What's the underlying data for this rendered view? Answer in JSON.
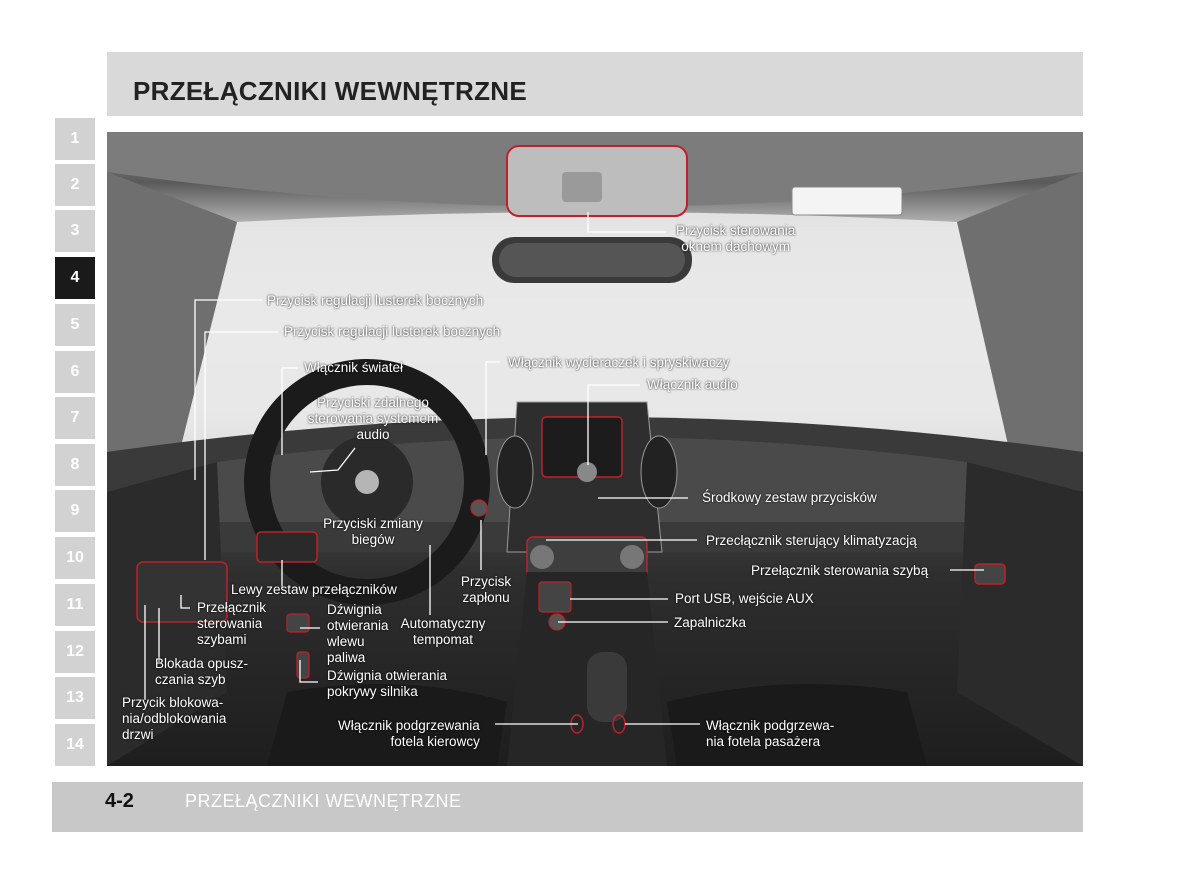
{
  "header": {
    "title": "PRZEŁĄCZNIKI WEWNĘTRZNE"
  },
  "chapters": [
    "1",
    "2",
    "3",
    "4",
    "5",
    "6",
    "7",
    "8",
    "9",
    "10",
    "11",
    "12",
    "13",
    "14"
  ],
  "active_chapter": "4",
  "footer": {
    "page_number": "4-2",
    "title": "PRZEŁĄCZNIKI WEWNĘTRZNE"
  },
  "callouts": {
    "sunroof": "Przycisk sterowania\noknem dachowym",
    "mirror1": "Przycisk regulacji lusterek bocznych",
    "mirror2": "Przycisk regulacji lusterek bocznych",
    "lights": "Włącznik świateł",
    "wipers": "Włącznik wycieraczek i spryskiwaczy",
    "audio_switch": "Włącznik audio",
    "steering_audio": "Przyciski zdalnego\nsterowania systemem\naudio",
    "center_buttons": "Środkowy zestaw przycisków",
    "shift_buttons": "Przyciski zmiany\nbiegów",
    "climate": "Przecłącznik sterujący klimatyzacją",
    "window_switch_right": "Przełącznik sterowania szybą",
    "left_switches": "Lewy zestaw przełączników",
    "ignition": "Przycisk\nzapłonu",
    "usb_aux": "Port USB, wejście AUX",
    "window_switches_left": "Przełącznik\nsterowania\nszybami",
    "fuel_lever": "Dźwignia\notwierania\nwlewu\npaliwa",
    "cruise": "Automatyczny\ntempomat",
    "lighter": "Zapalniczka",
    "window_lock": "Blokada opusz-\nczania szyb",
    "hood_lever": "Dźwignia otwierania\npokrywy silnika",
    "door_lock": "Przycik blokowa-\nnia/odblokowania\ndrzwi",
    "driver_seat_heat": "Włącznik podgrzewania\nfotela kierowcy",
    "passenger_seat_heat": "Włącznik podgrzewa-\nnia fotela pasażera"
  },
  "colors": {
    "callout_line": "#c0202a",
    "active_tab": "#1a1a1a",
    "tab": "#d2d2d2"
  }
}
